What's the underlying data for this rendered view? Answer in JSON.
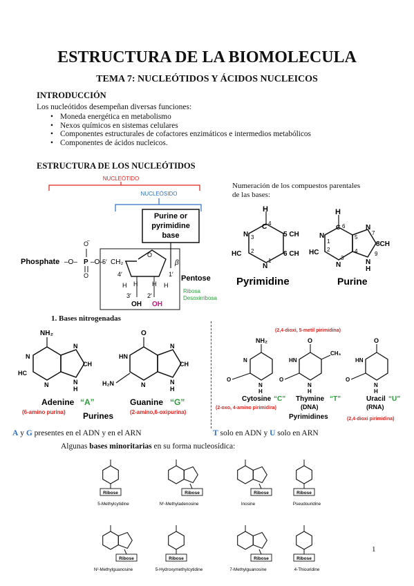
{
  "header": {
    "title": "ESTRUCTURA DE LA BIOMOLECULA",
    "subtitle": "TEMA 7: NUCLEÓTIDOS Y ÁCIDOS NUCLEICOS"
  },
  "intro": {
    "heading": "INTRODUCCIÓN",
    "lead": "Los nucleótidos desempeñan diversas funciones:",
    "bullets": [
      "Moneda energética en metabolismo",
      "Nexos químicos en sistemas celulares",
      "Componentes estructurales de cofactores enzimáticos e intermedios metabólicos",
      "Componentes de ácidos nucleicos."
    ]
  },
  "structure": {
    "heading": "ESTRUCTURA DE LOS NUCLEÓTIDOS",
    "nucleotido": "NUCLEÓTIDO",
    "nucleosido": "NUCLEÓSIDO",
    "base_box": [
      "Purine or",
      "pyrimidine",
      "base"
    ],
    "phosphate": "Phosphate",
    "pentose": "Pentose",
    "ribosa": "Ribosa",
    "desoxirribosa": "Desoxirribosa",
    "numbering_text": [
      "Numeración de los compuestos parentales",
      "de las bases:"
    ],
    "pyrimidine": "Pyrimidine",
    "purine": "Purine"
  },
  "bases": {
    "heading": "1.  Bases nitrogenadas",
    "adenine": "Adenine",
    "adenine_code": "“A”",
    "adenine_note": "(6-amino purina)",
    "guanine": "Guanine",
    "guanine_code": "“G”",
    "guanine_note": "(2-amino,6-oxipurina)",
    "purines": "Purines",
    "cytosine": "Cytosine",
    "cytosine_code": "“C”",
    "cytosine_note": "(2-oxo, 4-amino pirimidira)",
    "thymine": "Thymine",
    "thymine_code": "“T”",
    "thymine_sub": "(DNA)",
    "thymine_note": "(2,4-dioxi, 5-metil pirimidina)",
    "uracil": "Uracil",
    "uracil_code": "“U”",
    "uracil_sub": "(RNA)",
    "uracil_note": "(2,4-dioxi pirimidina)",
    "pyrimidines": "Pyrimidines"
  },
  "notes": {
    "ag_a": "A",
    "ag_y": " y ",
    "ag_g": "G",
    "ag_rest": " presentes en el ADN y en el ARN",
    "t_t": "T",
    "t_mid": " solo en ADN y ",
    "t_u": "U",
    "t_rest": " solo en ARN"
  },
  "minor": {
    "lead_pre": "Algunas ",
    "lead_bold": "bases minoritarias",
    "lead_post": " en su forma nucleosídica:",
    "ribose": "Ribose",
    "items": [
      "5-Methylcytidine",
      "N⁶-Methyladenosine",
      "Inosine",
      "Pseudouridine",
      "N²-Methylguanosine",
      "5-Hydroxymethylcytidine",
      "7-Methylguanosine",
      "4-Thiouridine"
    ]
  },
  "page_number": "1",
  "colors": {
    "red": "#e0201c",
    "blue": "#2d6fc4",
    "green": "#2a9d3a",
    "magenta": "#c0157a"
  }
}
